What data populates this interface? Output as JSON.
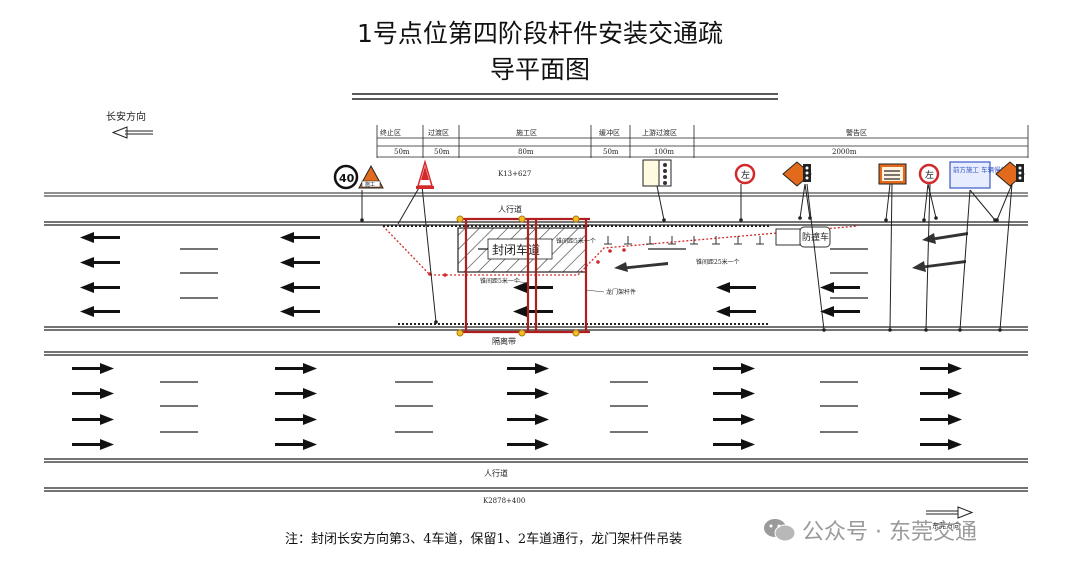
{
  "title": {
    "line1": "1号点位第四阶段杆件安装交通疏",
    "line2": "导平面图"
  },
  "direction_top": "长安方向",
  "direction_bottom": "东莞方向",
  "zones": [
    {
      "name": "终止区",
      "length": "50m"
    },
    {
      "name": "过渡区",
      "length": "50m"
    },
    {
      "name": "施工区",
      "length": "80m"
    },
    {
      "name": "缓冲区",
      "length": "50m"
    },
    {
      "name": "上游过渡区",
      "length": "100m"
    },
    {
      "name": "警告区",
      "length": "2000m"
    }
  ],
  "stake_top": "K13+627",
  "stake_bottom": "K2878+400",
  "sidewalk_top": "人行道",
  "sidewalk_bottom": "人行道",
  "median": "隔离带",
  "speed_limit": "40",
  "labels": {
    "closed_lane": "封闭车道",
    "bucket": "防撞车",
    "cone_interval_5": "锥间距5米一个",
    "cone_interval_25": "锥间距25米一个",
    "gantry": "龙门架杆件",
    "variable_sign": "前方施工 车辆慢行",
    "warning_sign": "施工",
    "turn_sign": "左"
  },
  "note": "注：封闭长安方向第3、4车道，保留1、2车道通行，龙门架杆件吊装",
  "watermark": "公众号 · 东莞交通",
  "colors": {
    "cone_line": "#d22a2a",
    "gantry": "#b01e1e",
    "sign_orange": "#e26a1c",
    "sign_blue": "#3a59c8"
  }
}
